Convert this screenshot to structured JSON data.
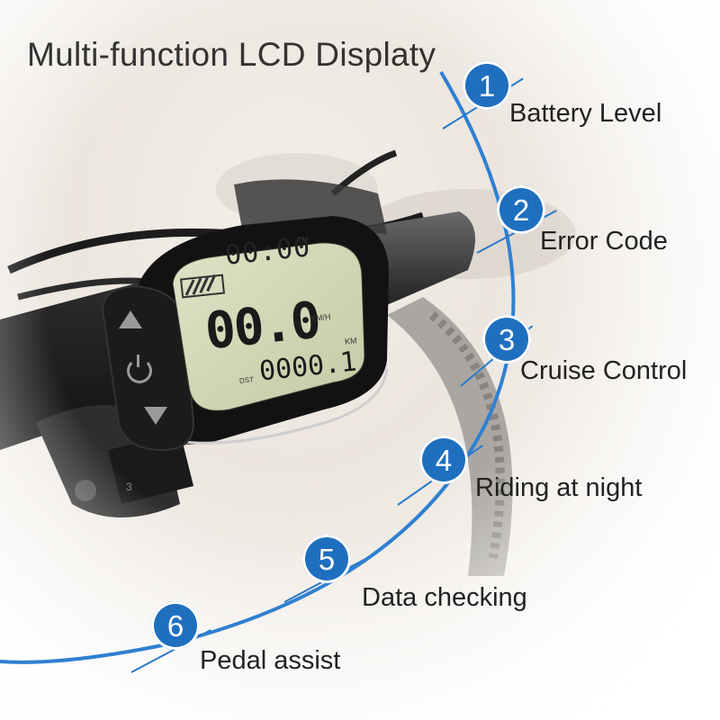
{
  "title": "Multi-function LCD Displaty",
  "display": {
    "time": "00:00",
    "speed": "00.0",
    "speed_unit": "KM/H",
    "distance_label": "DST",
    "distance": "0000.1",
    "distance_unit": "KM",
    "tm_label": "TM",
    "button_up_icon": "up-triangle-icon",
    "button_power_icon": "power-icon",
    "button_down_icon": "down-triangle-icon"
  },
  "features": [
    {
      "number": "1",
      "label": "Battery Level"
    },
    {
      "number": "2",
      "label": "Error Code"
    },
    {
      "number": "3",
      "label": "Cruise Control"
    },
    {
      "number": "4",
      "label": "Riding at night"
    },
    {
      "number": "5",
      "label": "Data checking"
    },
    {
      "number": "6",
      "label": "Pedal assist"
    }
  ],
  "colors": {
    "accent": "#1f6fbf",
    "arc": "#2f80d1",
    "lcd": "#d4d8b8"
  }
}
